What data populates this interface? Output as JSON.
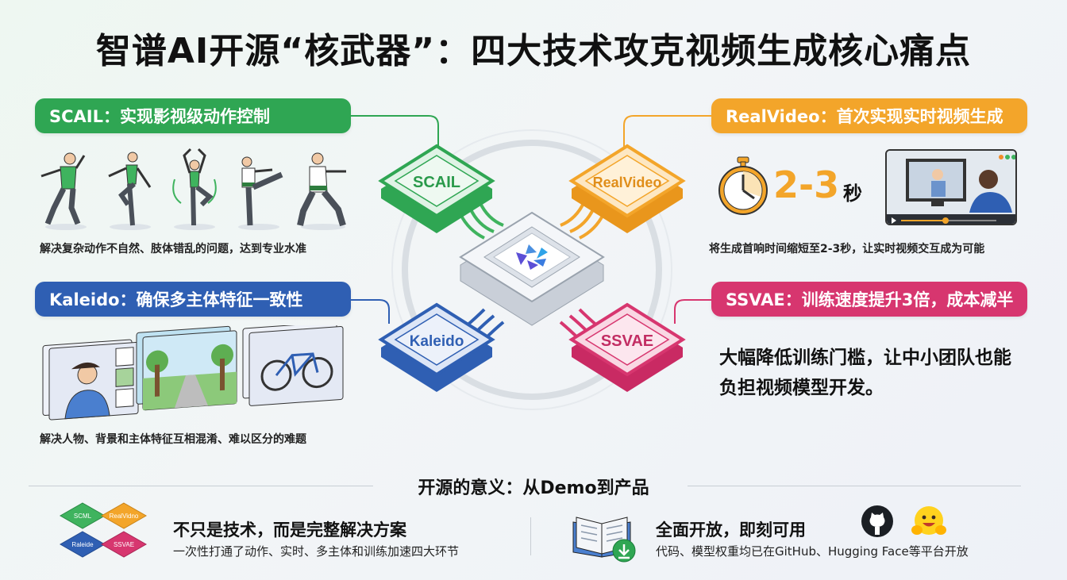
{
  "title": "智谱AI开源“核武器”：四大技术攻克视频生成核心痛点",
  "colors": {
    "scail": "#2fa653",
    "realvideo": "#f3a52a",
    "kaleido": "#2f5fb3",
    "ssvae": "#d7366f",
    "hub": "#c9cfd8"
  },
  "scail": {
    "banner": "SCAIL：实现影视级动作控制",
    "node_label": "SCAIL",
    "caption": "解决复杂动作不自然、肢体错乱的问题，达到专业水准",
    "illustration": [
      "dancer-green-shirt",
      "dancer-green-tank",
      "ballet-spin",
      "karate-kick",
      "karate-punch"
    ]
  },
  "realvideo": {
    "banner": "RealVideo：首次实现实时视频生成",
    "node_label": "RealVideo",
    "number": "2-3",
    "unit": "秒",
    "caption": "将生成首响时间缩短至2-3秒，让实时视频交互成为可能"
  },
  "kaleido": {
    "banner": "Kaleido：确保多主体特征一致性",
    "node_label": "Kaleido",
    "caption": "解决人物、背景和主体特征互相混淆、难以区分的难题"
  },
  "ssvae": {
    "banner": "SSVAE：训练速度提升3倍，成本减半",
    "node_label": "SSVAE",
    "description_line1": "大幅降低训练门槛，让中小团队也能",
    "description_line2": "负担视频模型开发。"
  },
  "hub": {
    "logo": "zhipu-logo-icon"
  },
  "bottom": {
    "heading": "开源的意义：从Demo到产品",
    "left": {
      "title": "不只是技术，而是完整解决方案",
      "subtitle": "一次性打通了动作、实时、多主体和训练加速四大环节",
      "mini_labels": [
        "SCML",
        "RealVidno",
        "Raleide",
        "SSVAE"
      ]
    },
    "right": {
      "title": "全面开放，即刻可用",
      "subtitle": "代码、模型权重均已在GitHub、Hugging Face等平台开放"
    }
  }
}
